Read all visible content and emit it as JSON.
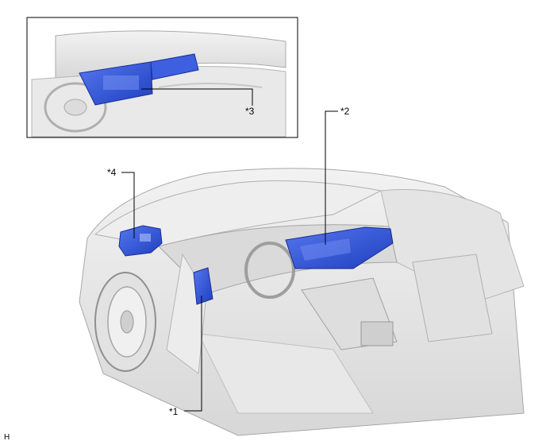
{
  "callouts": {
    "c1": "*1",
    "c2": "*2",
    "c3": "*3",
    "c4": "*4"
  },
  "corner_mark": "H",
  "colors": {
    "component_highlight": "#2f52d6",
    "vehicle_body": "#e6e6e6",
    "vehicle_outline": "#9a9a9a",
    "leader_line": "#000000"
  }
}
